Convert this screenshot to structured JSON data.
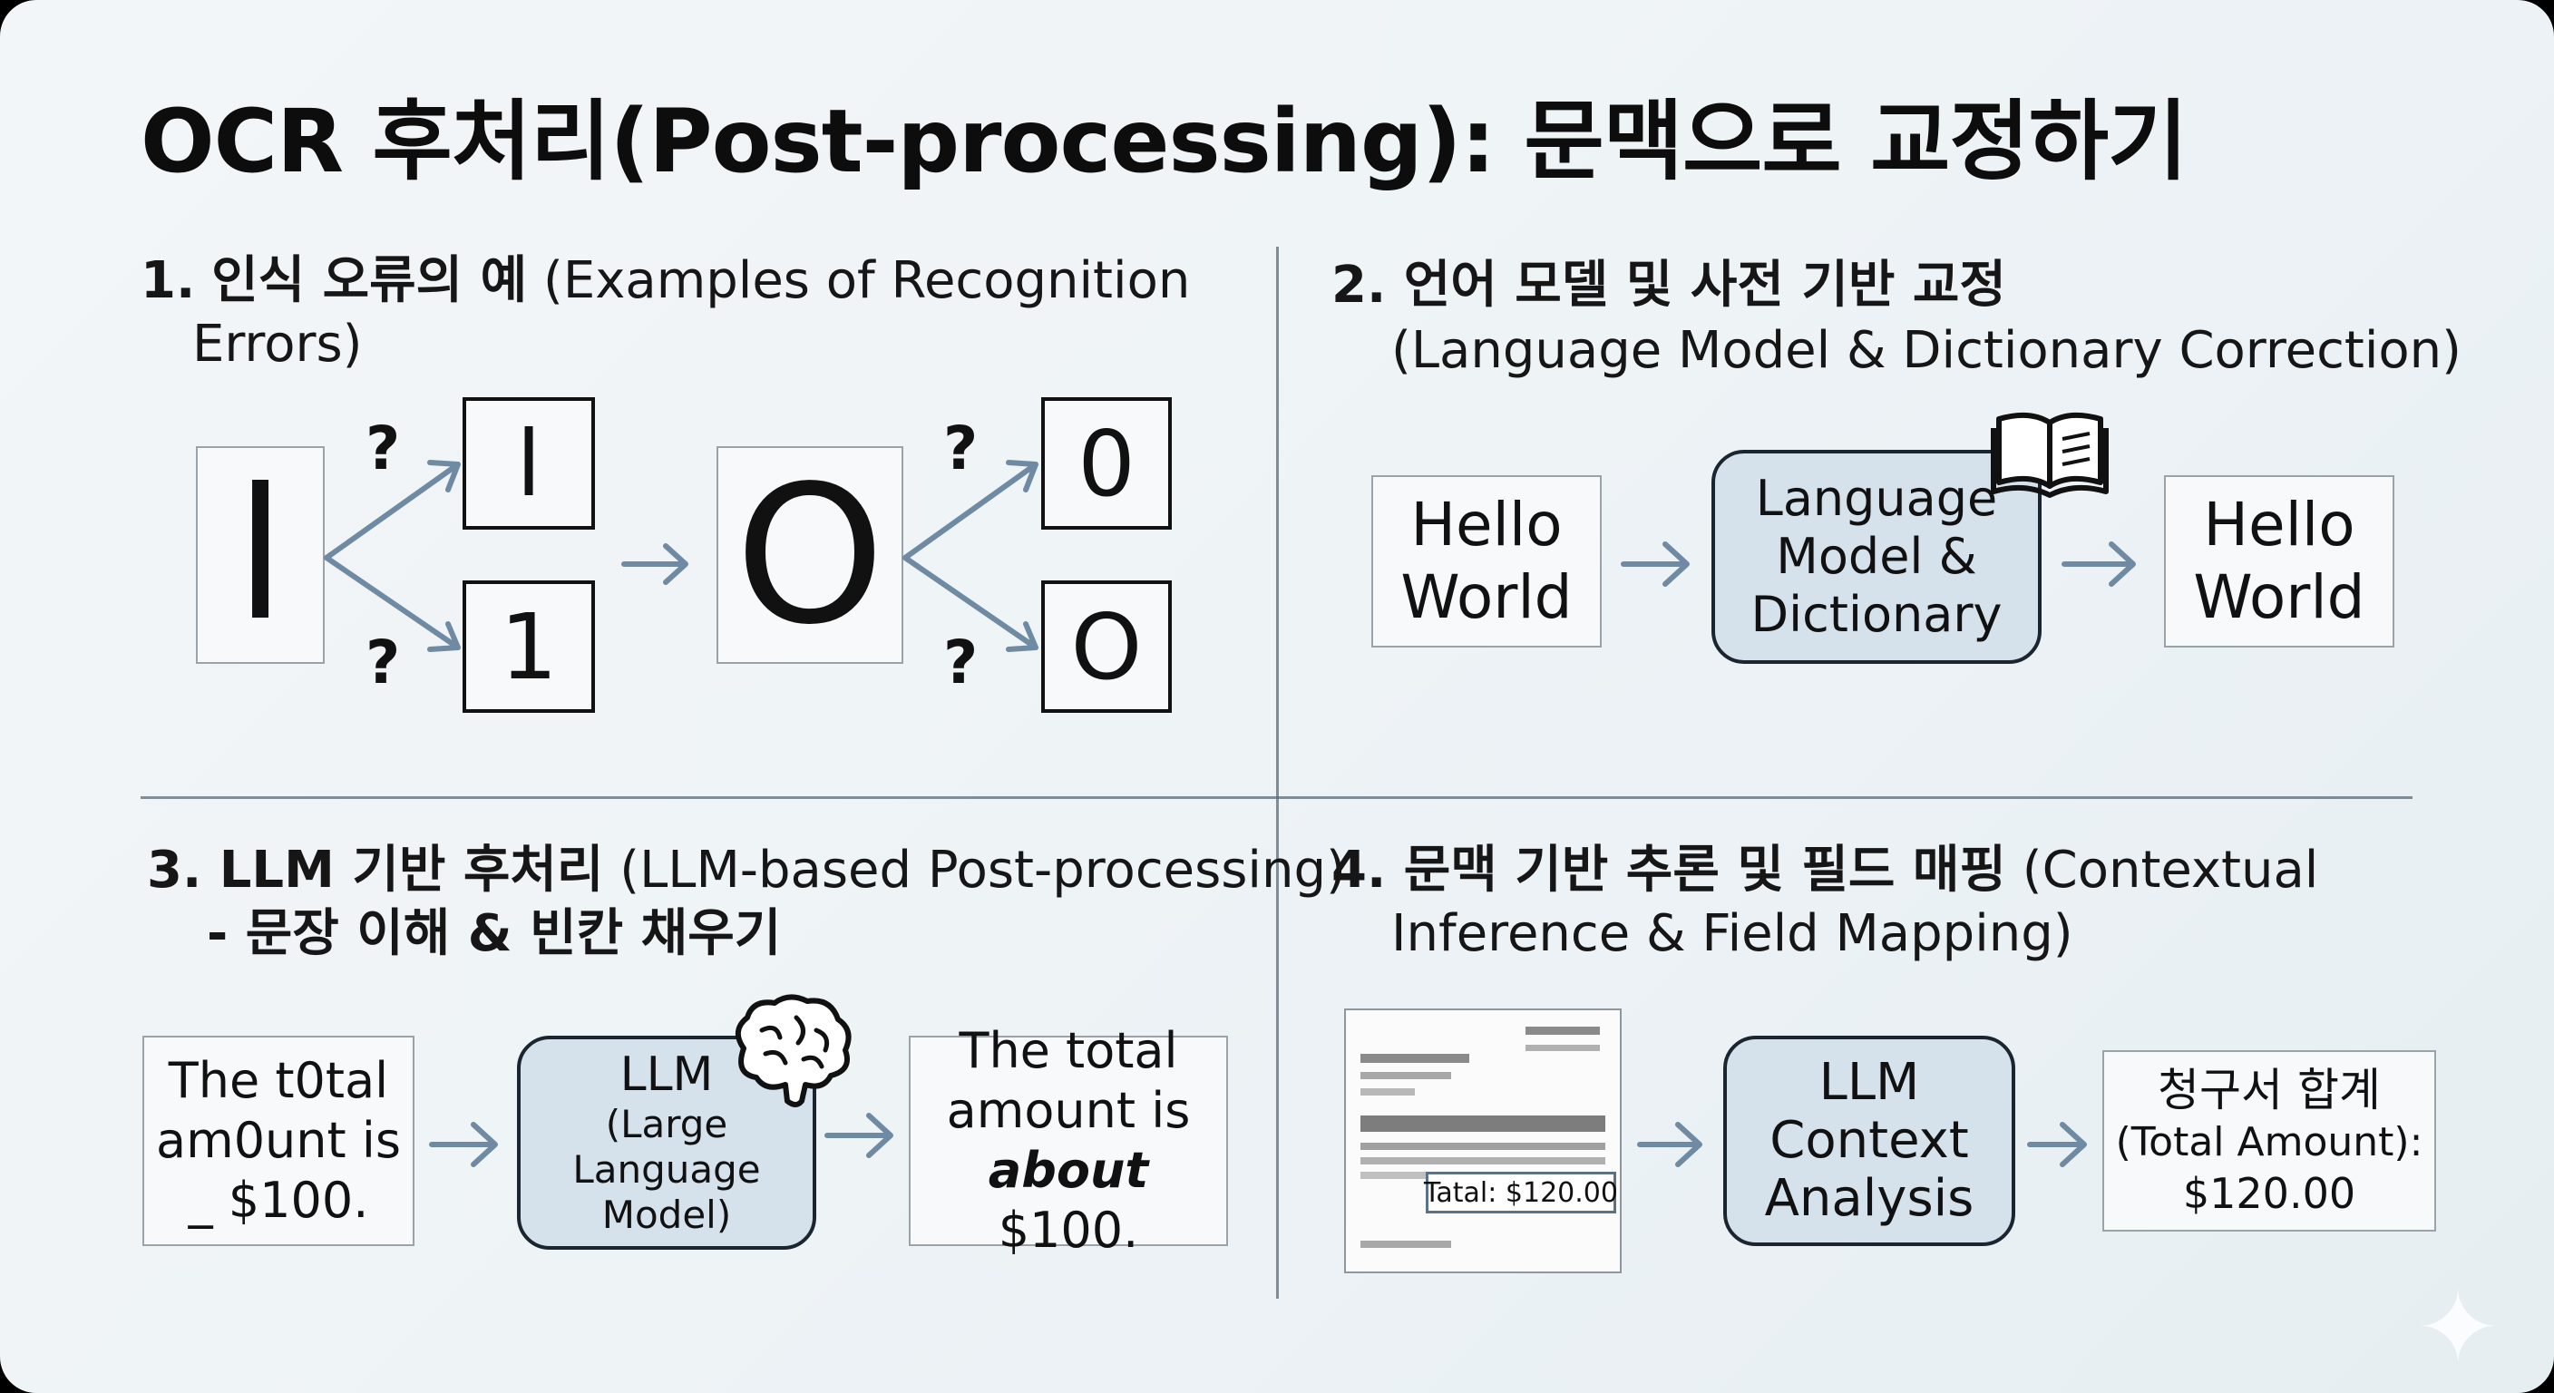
{
  "title": "OCR 후처리(Post-processing): 문맥으로 교정하기",
  "section1": {
    "heading_num": "1.",
    "heading_ko": "인식 오류의 예",
    "heading_en_1": "(Examples of Recognition",
    "heading_en_2": "Errors)",
    "source_l": "l",
    "cand_l_top": "l",
    "cand_l_bottom": "1",
    "source_o": "O",
    "cand_o_top": "0",
    "cand_o_bottom": "O",
    "question_mark": "?"
  },
  "section2": {
    "heading_ko": "2. 언어 모델 및 사전 기반 교정",
    "heading_en": "(Language Model & Dictionary Correction)",
    "input_line1": "Hello",
    "input_line2": "World",
    "model_line1": "Language",
    "model_line2": "Model &",
    "model_line3": "Dictionary",
    "output_line1": "Hello",
    "output_line2": "World",
    "icon": "open-book-icon"
  },
  "section3": {
    "heading_ko": "3. LLM 기반 후처리",
    "heading_en": "(LLM-based Post-processing)",
    "heading_sub": "- 문장 이해 & 빈칸 채우기",
    "input_line1": "The t0tal",
    "input_line2": "am0unt is",
    "input_line3": "_ $100.",
    "llm_line1": "LLM",
    "llm_line2": "(Large",
    "llm_line3": "Language",
    "llm_line4": "Model)",
    "output_line1": "The total",
    "output_line2": "amount is",
    "output_bold": "about",
    "output_rest": " $100.",
    "icon": "brain-icon"
  },
  "section4": {
    "heading_ko": "4. 문맥 기반 추론 및 필드 매핑",
    "heading_en_1": "(Contextual",
    "heading_en_2": "Inference & Field Mapping)",
    "doc_field": "Tatal: $120.00",
    "llm_line1": "LLM",
    "llm_line2": "Context",
    "llm_line3": "Analysis",
    "output_line1": "청구서 합계",
    "output_line2": "(Total Amount):",
    "output_line3": "$120.00"
  },
  "colors": {
    "arrow": "#6f8ba3",
    "model_fill": "#d5e2ec",
    "divider": "#5a6b78"
  }
}
